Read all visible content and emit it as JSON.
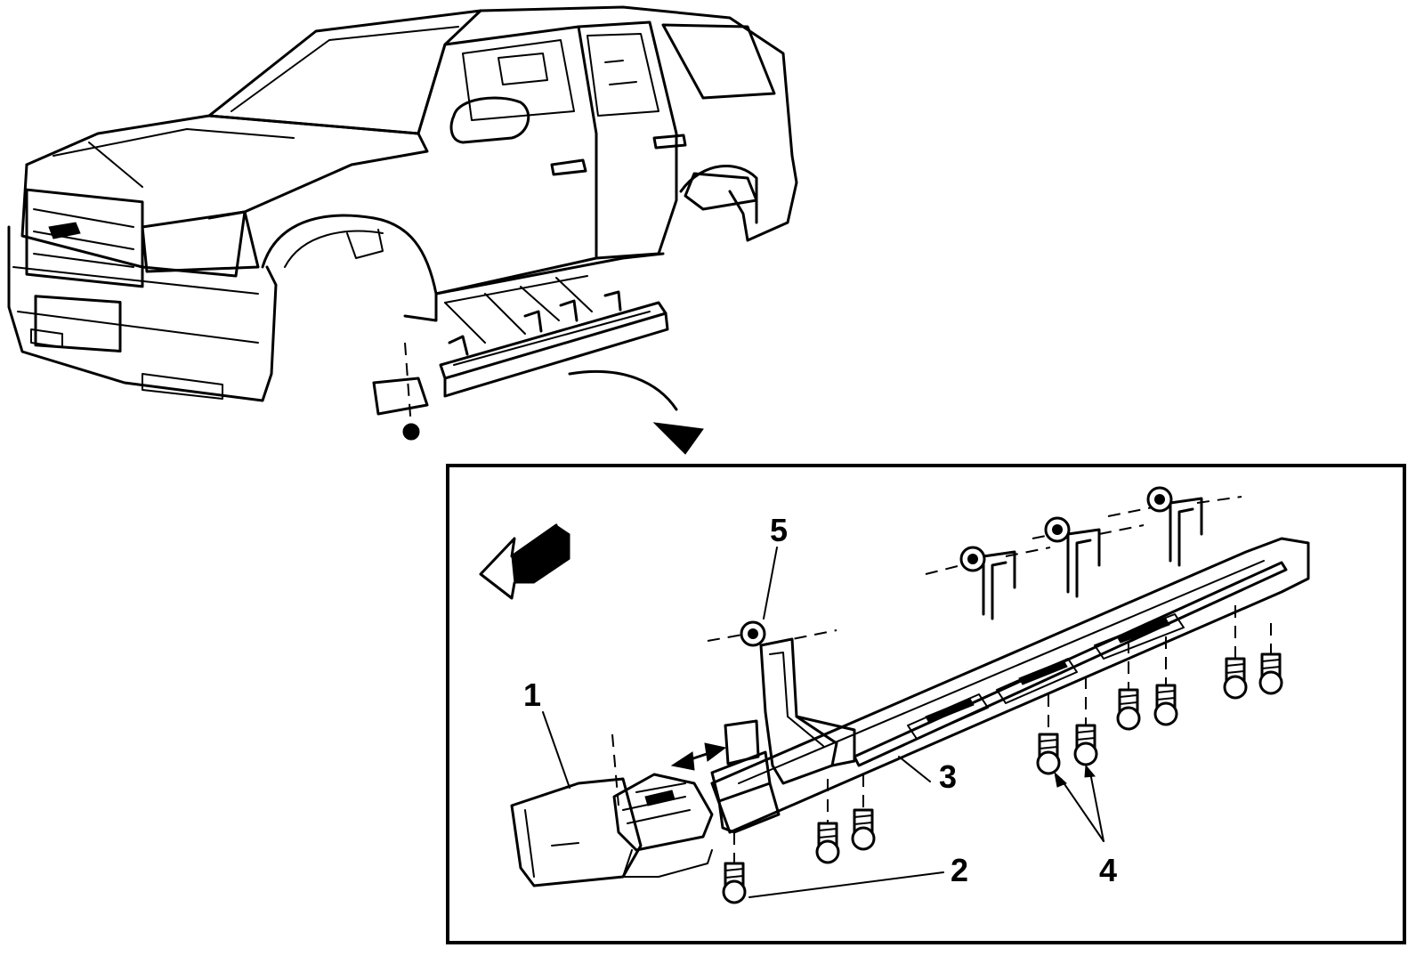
{
  "diagram": {
    "callouts": {
      "c1": "1",
      "c2": "2",
      "c3": "3",
      "c4": "4",
      "c5": "5"
    }
  }
}
